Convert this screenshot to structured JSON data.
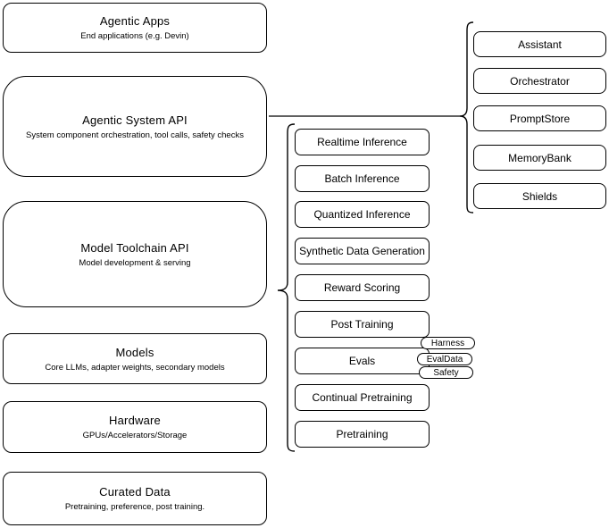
{
  "left_stack": {
    "boxes": [
      {
        "title": "Agentic Apps",
        "subtitle": "End applications (e.g. Devin)"
      },
      {
        "title": "Agentic System API",
        "subtitle": "System component orchestration, tool calls, safety checks"
      },
      {
        "title": "Model Toolchain API",
        "subtitle": "Model development & serving"
      },
      {
        "title": "Models",
        "subtitle": "Core LLMs, adapter weights, secondary models"
      },
      {
        "title": "Hardware",
        "subtitle": "GPUs/Accelerators/Storage"
      },
      {
        "title": "Curated Data",
        "subtitle": "Pretraining, preference, post training."
      }
    ]
  },
  "toolchain_stack": {
    "items": [
      "Realtime Inference",
      "Batch Inference",
      "Quantized Inference",
      "Synthetic Data Generation",
      "Reward Scoring",
      "Post Training",
      "Evals",
      "Continual Pretraining",
      "Pretraining"
    ]
  },
  "eval_badges": [
    "Harness",
    "EvalData",
    "Safety"
  ],
  "system_components": [
    "Assistant",
    "Orchestrator",
    "PromptStore",
    "MemoryBank",
    "Shields"
  ],
  "colors": {
    "stroke": "#000000",
    "connector": "#4a4a4a",
    "background": "#ffffff",
    "box_fill": "#ffffff"
  }
}
